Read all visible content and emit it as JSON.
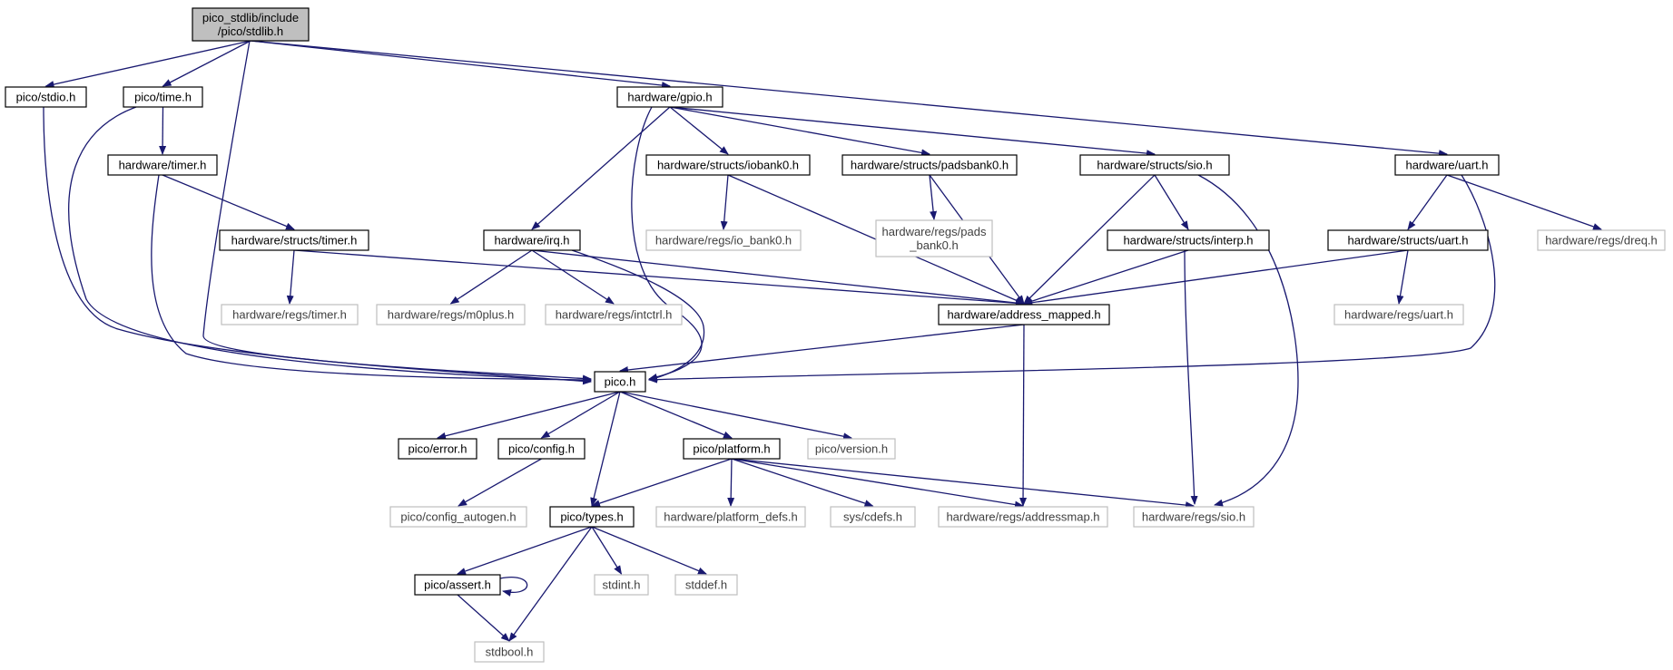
{
  "diagram": {
    "colors": {
      "edge": "#191970",
      "root_fill": "#bfbfbf",
      "linked_border": "#000000",
      "plain_border": "#bfbfbf",
      "plain_text": "#404040"
    },
    "nodes": [
      {
        "id": "root",
        "label": [
          "pico_stdlib/include",
          "/pico/stdlib.h"
        ],
        "kind": "root"
      },
      {
        "id": "stdio",
        "label": [
          "pico/stdio.h"
        ],
        "kind": "linked"
      },
      {
        "id": "time",
        "label": [
          "pico/time.h"
        ],
        "kind": "linked"
      },
      {
        "id": "gpio",
        "label": [
          "hardware/gpio.h"
        ],
        "kind": "linked"
      },
      {
        "id": "uart",
        "label": [
          "hardware/uart.h"
        ],
        "kind": "linked"
      },
      {
        "id": "timer",
        "label": [
          "hardware/timer.h"
        ],
        "kind": "linked"
      },
      {
        "id": "iobank0",
        "label": [
          "hardware/structs/iobank0.h"
        ],
        "kind": "linked"
      },
      {
        "id": "padsbank0",
        "label": [
          "hardware/structs/padsbank0.h"
        ],
        "kind": "linked"
      },
      {
        "id": "sio_struct",
        "label": [
          "hardware/structs/sio.h"
        ],
        "kind": "linked"
      },
      {
        "id": "timer_struct",
        "label": [
          "hardware/structs/timer.h"
        ],
        "kind": "linked"
      },
      {
        "id": "irq",
        "label": [
          "hardware/irq.h"
        ],
        "kind": "linked"
      },
      {
        "id": "regs_io_bank0",
        "label": [
          "hardware/regs/io_bank0.h"
        ],
        "kind": "plain"
      },
      {
        "id": "regs_pads_bank0",
        "label": [
          "hardware/regs/pads",
          "_bank0.h"
        ],
        "kind": "plain"
      },
      {
        "id": "interp",
        "label": [
          "hardware/structs/interp.h"
        ],
        "kind": "linked"
      },
      {
        "id": "uart_struct",
        "label": [
          "hardware/structs/uart.h"
        ],
        "kind": "linked"
      },
      {
        "id": "regs_dreq",
        "label": [
          "hardware/regs/dreq.h"
        ],
        "kind": "plain"
      },
      {
        "id": "regs_timer",
        "label": [
          "hardware/regs/timer.h"
        ],
        "kind": "plain"
      },
      {
        "id": "regs_m0plus",
        "label": [
          "hardware/regs/m0plus.h"
        ],
        "kind": "plain"
      },
      {
        "id": "regs_intctrl",
        "label": [
          "hardware/regs/intctrl.h"
        ],
        "kind": "plain"
      },
      {
        "id": "address_mapped",
        "label": [
          "hardware/address_mapped.h"
        ],
        "kind": "linked"
      },
      {
        "id": "regs_uart",
        "label": [
          "hardware/regs/uart.h"
        ],
        "kind": "plain"
      },
      {
        "id": "pico",
        "label": [
          "pico.h"
        ],
        "kind": "linked"
      },
      {
        "id": "error",
        "label": [
          "pico/error.h"
        ],
        "kind": "linked"
      },
      {
        "id": "config",
        "label": [
          "pico/config.h"
        ],
        "kind": "linked"
      },
      {
        "id": "platform",
        "label": [
          "pico/platform.h"
        ],
        "kind": "linked"
      },
      {
        "id": "version",
        "label": [
          "pico/version.h"
        ],
        "kind": "plain"
      },
      {
        "id": "config_autogen",
        "label": [
          "pico/config_autogen.h"
        ],
        "kind": "plain"
      },
      {
        "id": "types",
        "label": [
          "pico/types.h"
        ],
        "kind": "linked"
      },
      {
        "id": "platform_defs",
        "label": [
          "hardware/platform_defs.h"
        ],
        "kind": "plain"
      },
      {
        "id": "cdefs",
        "label": [
          "sys/cdefs.h"
        ],
        "kind": "plain"
      },
      {
        "id": "regs_addressmap",
        "label": [
          "hardware/regs/addressmap.h"
        ],
        "kind": "plain"
      },
      {
        "id": "regs_sio",
        "label": [
          "hardware/regs/sio.h"
        ],
        "kind": "plain"
      },
      {
        "id": "assert",
        "label": [
          "pico/assert.h"
        ],
        "kind": "linked"
      },
      {
        "id": "stdint",
        "label": [
          "stdint.h"
        ],
        "kind": "plain"
      },
      {
        "id": "stddef",
        "label": [
          "stddef.h"
        ],
        "kind": "plain"
      },
      {
        "id": "stdbool",
        "label": [
          "stdbool.h"
        ],
        "kind": "plain"
      }
    ],
    "edges": [
      [
        "root",
        "stdio"
      ],
      [
        "root",
        "time"
      ],
      [
        "root",
        "pico"
      ],
      [
        "root",
        "gpio"
      ],
      [
        "root",
        "uart"
      ],
      [
        "stdio",
        "pico"
      ],
      [
        "time",
        "timer"
      ],
      [
        "time",
        "pico"
      ],
      [
        "timer",
        "timer_struct"
      ],
      [
        "timer",
        "pico"
      ],
      [
        "timer_struct",
        "regs_timer"
      ],
      [
        "timer_struct",
        "address_mapped"
      ],
      [
        "gpio",
        "irq"
      ],
      [
        "gpio",
        "pico"
      ],
      [
        "gpio",
        "iobank0"
      ],
      [
        "gpio",
        "padsbank0"
      ],
      [
        "gpio",
        "sio_struct"
      ],
      [
        "irq",
        "regs_m0plus"
      ],
      [
        "irq",
        "regs_intctrl"
      ],
      [
        "irq",
        "address_mapped"
      ],
      [
        "irq",
        "pico"
      ],
      [
        "iobank0",
        "regs_io_bank0"
      ],
      [
        "iobank0",
        "address_mapped"
      ],
      [
        "padsbank0",
        "regs_pads_bank0"
      ],
      [
        "padsbank0",
        "address_mapped"
      ],
      [
        "sio_struct",
        "interp"
      ],
      [
        "sio_struct",
        "address_mapped"
      ],
      [
        "sio_struct",
        "regs_sio"
      ],
      [
        "interp",
        "address_mapped"
      ],
      [
        "interp",
        "regs_sio"
      ],
      [
        "uart",
        "uart_struct"
      ],
      [
        "uart",
        "regs_dreq"
      ],
      [
        "uart",
        "pico"
      ],
      [
        "uart_struct",
        "regs_uart"
      ],
      [
        "uart_struct",
        "address_mapped"
      ],
      [
        "address_mapped",
        "pico"
      ],
      [
        "address_mapped",
        "regs_addressmap"
      ],
      [
        "pico",
        "error"
      ],
      [
        "pico",
        "config"
      ],
      [
        "pico",
        "platform"
      ],
      [
        "pico",
        "version"
      ],
      [
        "pico",
        "types"
      ],
      [
        "config",
        "config_autogen"
      ],
      [
        "platform",
        "types"
      ],
      [
        "platform",
        "platform_defs"
      ],
      [
        "platform",
        "cdefs"
      ],
      [
        "platform",
        "regs_addressmap"
      ],
      [
        "platform",
        "regs_sio"
      ],
      [
        "types",
        "assert"
      ],
      [
        "types",
        "stdint"
      ],
      [
        "types",
        "stddef"
      ],
      [
        "types",
        "stdbool"
      ],
      [
        "assert",
        "assert"
      ],
      [
        "assert",
        "stdbool"
      ]
    ]
  }
}
